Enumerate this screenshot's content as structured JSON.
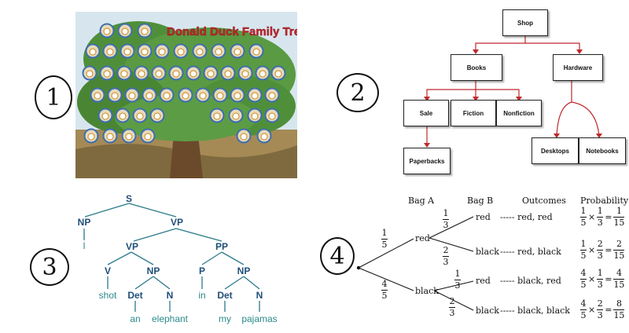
{
  "labels": {
    "panel1_num": "1",
    "panel2_num": "2",
    "panel3_num": "3",
    "panel4_num": "4"
  },
  "poster": {
    "title": "Donald Duck Family Tree",
    "colors": {
      "sky": "#d7e6ee",
      "foliage": "#4f8f3a",
      "trunk": "#6b4a2b",
      "ground": "#a58a55",
      "title": "#c8262d",
      "frame": "#3c6fb0"
    }
  },
  "hierarchy": {
    "shop": "Shop",
    "books": "Books",
    "hardware": "Hardware",
    "sale": "Sale",
    "fiction": "Fiction",
    "nonfiction": "Nonfiction",
    "paperbacks": "Paperbacks",
    "desktops": "Desktops",
    "notebooks": "Notebooks",
    "edge_color": "#c0282d"
  },
  "syntax": {
    "s": "S",
    "np1": "NP",
    "vp1": "VP",
    "i": "I",
    "vp2": "VP",
    "pp": "PP",
    "v": "V",
    "np2": "NP",
    "p": "P",
    "np3": "NP",
    "shot": "shot",
    "det1": "Det",
    "n1": "N",
    "in": "in",
    "det2": "Det",
    "n2": "N",
    "an": "an",
    "elephant": "elephant",
    "my": "my",
    "pajamas": "pajamas",
    "cat_color": "#1f4e79",
    "word_color": "#2b8a8a"
  },
  "prob_tree": {
    "headers": {
      "bag_a": "Bag A",
      "bag_b": "Bag B",
      "outcomes": "Outcomes",
      "probability": "Probability"
    },
    "bag_a": [
      "red",
      "black"
    ],
    "bag_b": [
      "red",
      "black",
      "red",
      "black"
    ],
    "outcomes": [
      "----- red, red",
      "----- red, black",
      "----- black, red",
      "----- black, black"
    ],
    "branch_a": [
      {
        "n": "1",
        "d": "5"
      },
      {
        "n": "4",
        "d": "5"
      }
    ],
    "branch_b": [
      {
        "n": "1",
        "d": "3"
      },
      {
        "n": "2",
        "d": "3"
      },
      {
        "n": "1",
        "d": "3"
      },
      {
        "n": "2",
        "d": "3"
      }
    ],
    "probabilities": [
      {
        "a": {
          "n": "1",
          "d": "5"
        },
        "times": "×",
        "b": {
          "n": "1",
          "d": "3"
        },
        "equals": "=",
        "r": {
          "n": "1",
          "d": "15"
        }
      },
      {
        "a": {
          "n": "1",
          "d": "5"
        },
        "times": "×",
        "b": {
          "n": "2",
          "d": "3"
        },
        "equals": "=",
        "r": {
          "n": "2",
          "d": "15"
        }
      },
      {
        "a": {
          "n": "4",
          "d": "5"
        },
        "times": "×",
        "b": {
          "n": "1",
          "d": "3"
        },
        "equals": "=",
        "r": {
          "n": "4",
          "d": "15"
        }
      },
      {
        "a": {
          "n": "4",
          "d": "5"
        },
        "times": "×",
        "b": {
          "n": "2",
          "d": "3"
        },
        "equals": "=",
        "r": {
          "n": "8",
          "d": "15"
        }
      }
    ]
  }
}
